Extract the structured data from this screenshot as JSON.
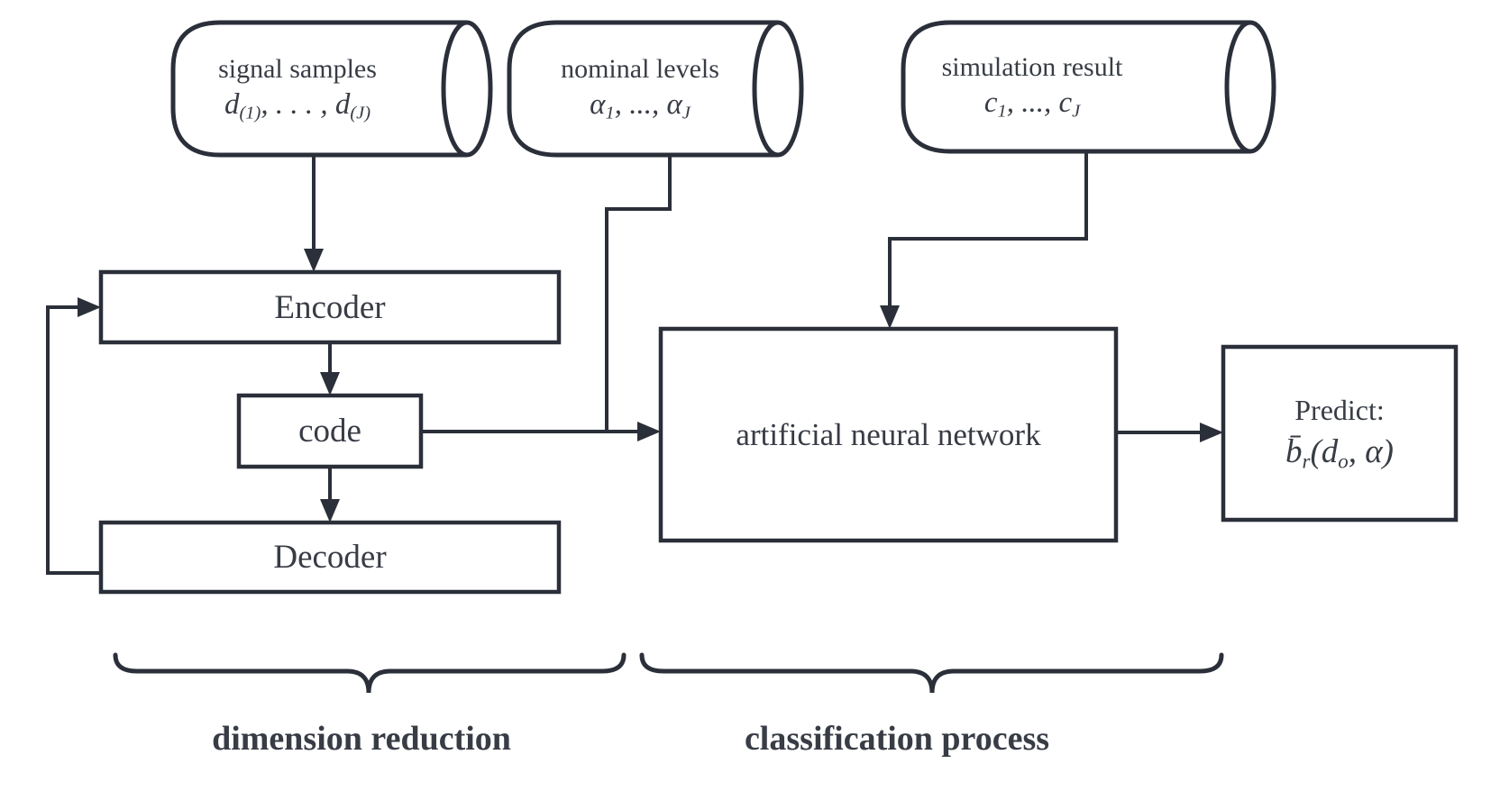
{
  "colors": {
    "ink": "#2a2f39",
    "text": "#383c45",
    "background": "#ffffff"
  },
  "stores": [
    {
      "label": "signal samples",
      "math": [
        "d",
        "(1)",
        ", . . . , d",
        "(J)"
      ]
    },
    {
      "label": "nominal levels",
      "math": [
        "α",
        "1",
        ", ..., α",
        "J"
      ]
    },
    {
      "label": "simulation result",
      "math": [
        "c",
        "1",
        ", ..., c",
        "J"
      ]
    }
  ],
  "boxes": {
    "encoder": "Encoder",
    "code": "code",
    "decoder": "Decoder",
    "ann": "artificial neural network",
    "predict_label": "Predict:",
    "predict_math": [
      "b̄",
      "r",
      "(d",
      "o",
      ", α)"
    ]
  },
  "groups": {
    "left": "dimension reduction",
    "right": "classification process"
  }
}
